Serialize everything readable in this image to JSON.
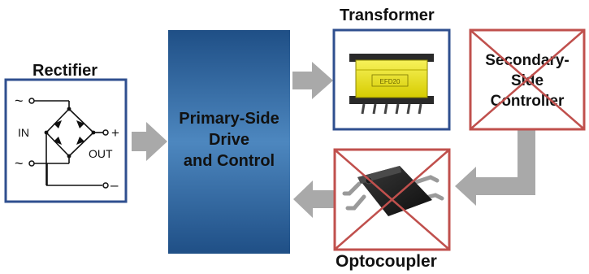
{
  "colors": {
    "frame_blue": "#2f4f8f",
    "block_dark": "#1f4f86",
    "block_light": "#4d87bf",
    "arrow_gray": "#a9a9a9",
    "cross_red": "#c0504d",
    "transformer_yellow": "#e8e000"
  },
  "rectifier": {
    "title": "Rectifier",
    "in_label": "IN",
    "out_label": "OUT",
    "ac_symbol": "~",
    "plus_symbol": "+",
    "minus_symbol": "–"
  },
  "primary": {
    "line1": "Primary-Side",
    "line2": "Drive",
    "line3": "and Control"
  },
  "transformer": {
    "title": "Transformer",
    "marking": "EFD20"
  },
  "secondary": {
    "line1": "Secondary-",
    "line2": "Side",
    "line3": "Controller",
    "crossed_out": true
  },
  "optocoupler": {
    "title": "Optocoupler",
    "crossed_out": true
  }
}
